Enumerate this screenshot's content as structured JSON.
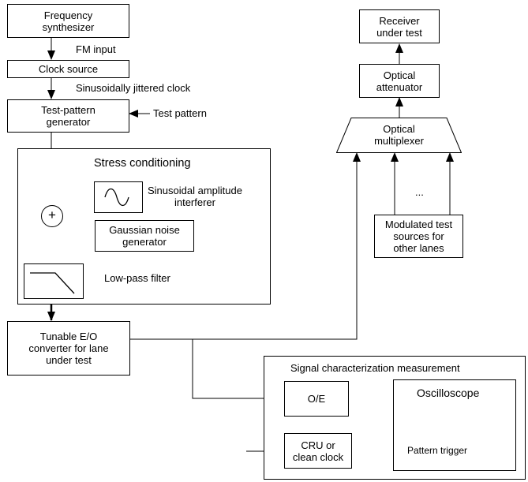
{
  "blocks": {
    "frequency_synthesizer": "Frequency\nsynthesizer",
    "clock_source": "Clock source",
    "test_pattern_generator": "Test-pattern\ngenerator",
    "tunable_eo_converter": "Tunable E/O\nconverter for lane\nunder test",
    "receiver_under_test": "Receiver\nunder test",
    "optical_attenuator": "Optical\nattenuator",
    "optical_multiplexer": "Optical\nmultiplexer",
    "modulated_test_sources": "Modulated test\nsources for\nother lanes",
    "gaussian_noise_generator": "Gaussian noise\ngenerator",
    "oe": "O/E",
    "cru_or_clean_clock": "CRU or\nclean clock",
    "oscilloscope": "Oscilloscope"
  },
  "labels": {
    "fm_input": "FM input",
    "sinusoidally_jittered_clock": "Sinusoidally jittered clock",
    "test_pattern": "Test pattern",
    "sinusoidal_amplitude_interferer": "Sinusoidal amplitude\ninterferer",
    "low_pass_filter": "Low-pass filter",
    "ellipsis": "...",
    "pattern_trigger": "Pattern trigger",
    "summing_symbol": "+"
  },
  "groups": {
    "stress_conditioning": "Stress conditioning",
    "signal_characterization": "Signal characterization measurement"
  },
  "icons": [
    "sine-wave-icon",
    "low-pass-response-icon",
    "summing-junction-icon",
    "arrowhead-icon"
  ]
}
